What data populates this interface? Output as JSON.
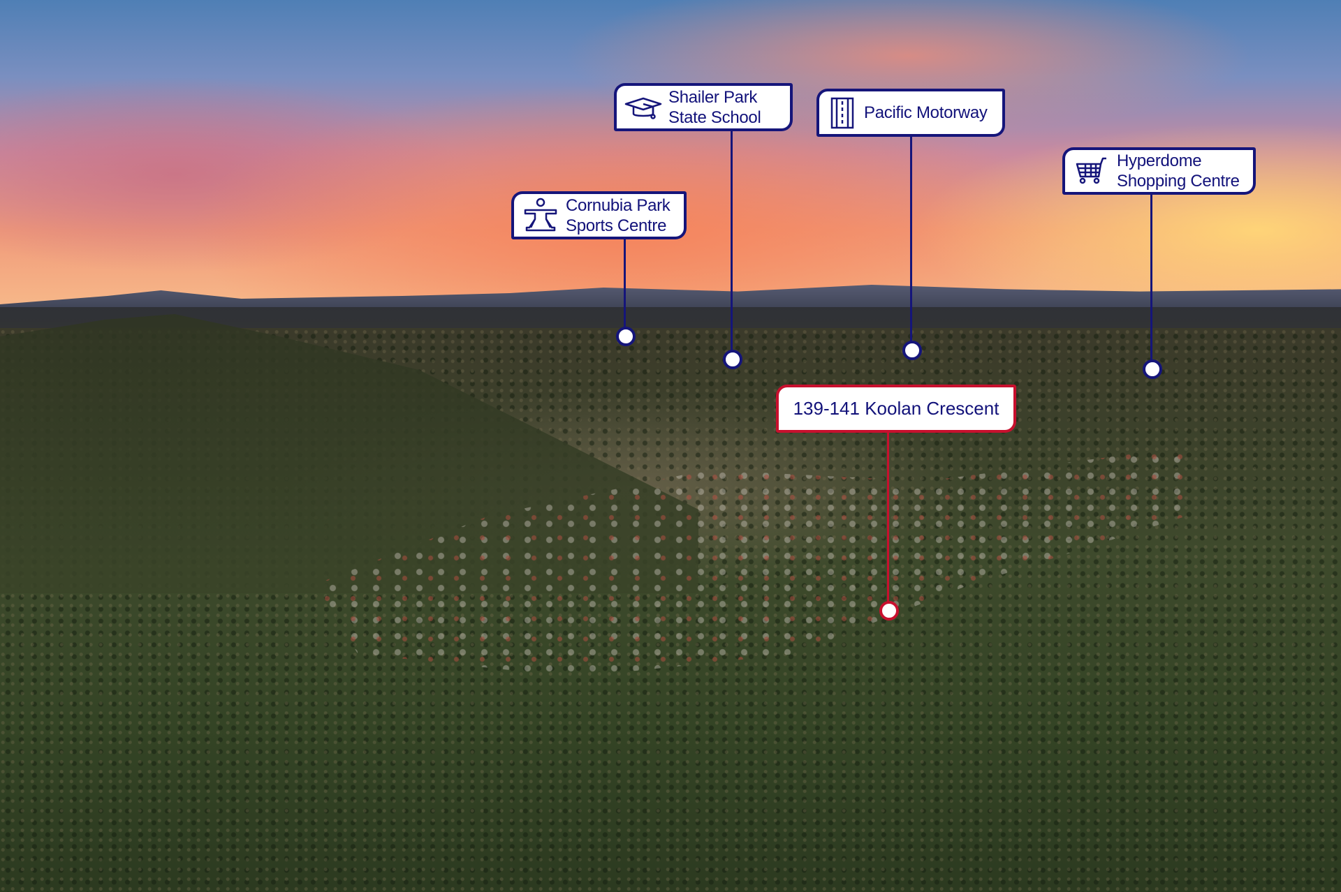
{
  "pois": [
    {
      "id": "cornubia",
      "lines": [
        "Cornubia Park",
        "Sports Centre"
      ],
      "icon": "sports-person-icon"
    },
    {
      "id": "shailer",
      "lines": [
        "Shailer Park",
        "State School"
      ],
      "icon": "graduation-cap-icon"
    },
    {
      "id": "pacific",
      "lines": [
        "Pacific Motorway"
      ],
      "icon": "road-icon"
    },
    {
      "id": "hyperdome",
      "lines": [
        "Hyperdome",
        "Shopping Centre"
      ],
      "icon": "shopping-cart-icon"
    }
  ],
  "property": {
    "label": "139-141 Koolan Crescent"
  },
  "colors": {
    "navy": "#15157a",
    "red": "#c8102e"
  }
}
